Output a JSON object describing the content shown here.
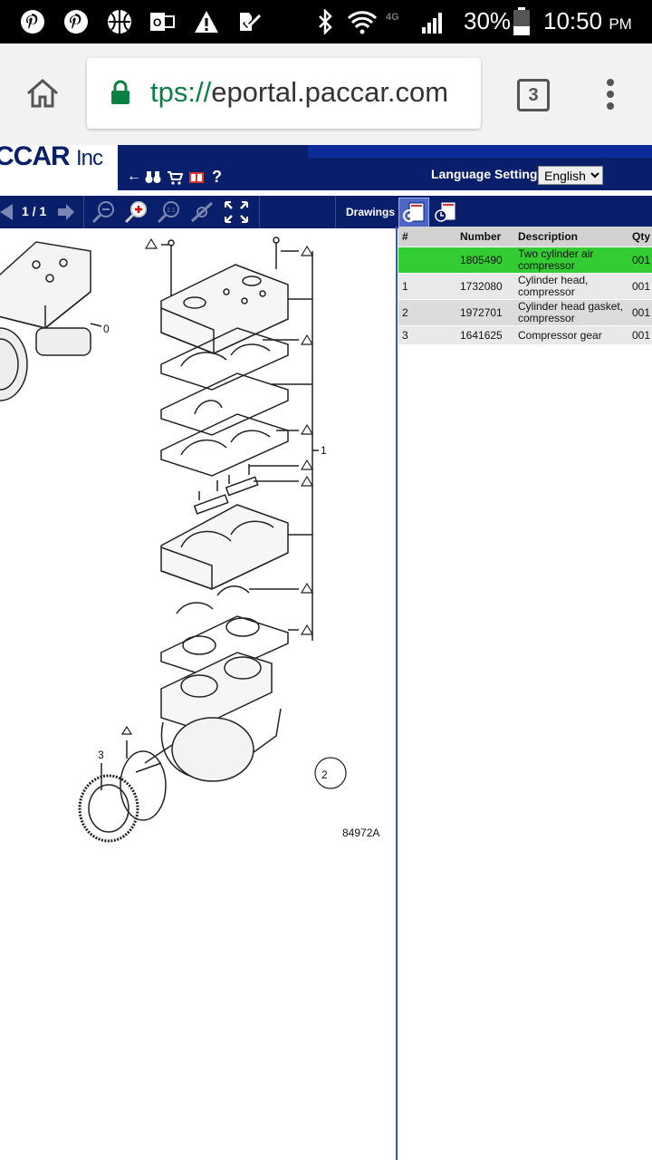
{
  "status_bar": {
    "battery": "30%",
    "time": "10:50",
    "ampm": "PM",
    "network": "4G"
  },
  "browser": {
    "url_scheme": "tps://",
    "url_host": "eportal.paccar.com",
    "tab_count": "3"
  },
  "header": {
    "logo_text": "CCAR",
    "logo_suffix": "Inc",
    "language_label": "Language Settings",
    "language_selected": "English"
  },
  "toolbar": {
    "page_indicator": "1 / 1",
    "drawings_label": "Drawings"
  },
  "drawing": {
    "figure_id": "84972A",
    "callouts": [
      "0",
      "1",
      "2",
      "3"
    ]
  },
  "parts_table": {
    "columns": [
      "#",
      "Number",
      "Description",
      "Qty"
    ],
    "rows": [
      {
        "pos": "",
        "number": "1805490",
        "description": "Two cylinder air compressor",
        "qty": "001",
        "selected": true
      },
      {
        "pos": "1",
        "number": "1732080",
        "description": "Cylinder head, compressor",
        "qty": "001",
        "selected": false
      },
      {
        "pos": "2",
        "number": "1972701",
        "description": "Cylinder head gasket, compressor",
        "qty": "001",
        "selected": false
      },
      {
        "pos": "3",
        "number": "1641625",
        "description": "Compressor gear",
        "qty": "001",
        "selected": false
      }
    ]
  },
  "colors": {
    "header_bg": "#0a1f6b",
    "selected_row": "#33cc33",
    "url_scheme": "#0b8043"
  }
}
